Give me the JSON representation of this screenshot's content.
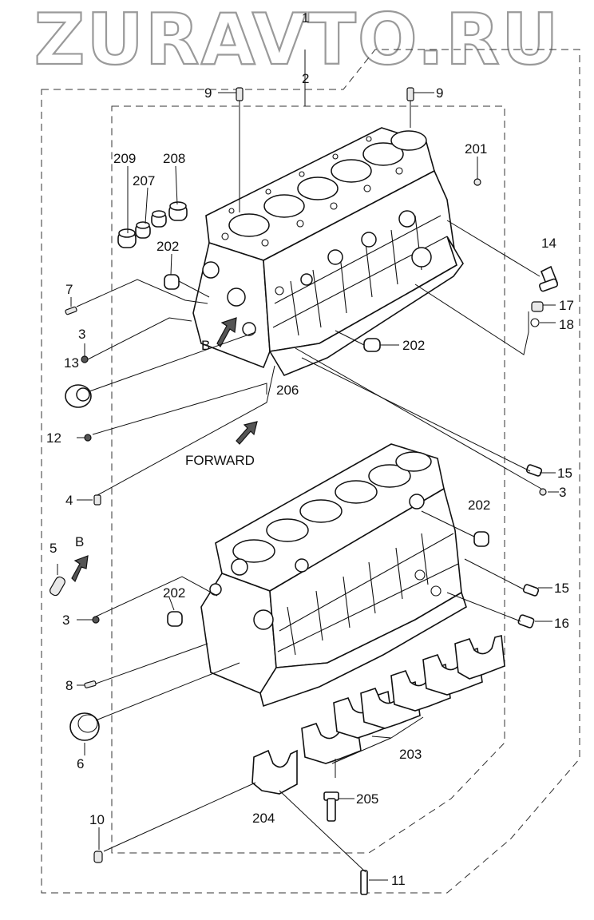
{
  "watermark": "ZURAVTO.RU",
  "forward_label": "FORWARD",
  "view_label_b": "B",
  "callouts": {
    "c1": "1",
    "c2": "2",
    "c3a": "3",
    "c3b": "3",
    "c3c": "3",
    "c4": "4",
    "c5": "5",
    "c6": "6",
    "c7": "7",
    "c8": "8",
    "c9a": "9",
    "c9b": "9",
    "c10": "10",
    "c11": "11",
    "c12": "12",
    "c13": "13",
    "c14": "14",
    "c15a": "15",
    "c15b": "15",
    "c16": "16",
    "c17": "17",
    "c18": "18",
    "c201": "201",
    "c202a": "202",
    "c202b": "202",
    "c202c": "202",
    "c202d": "202",
    "c203": "203",
    "c204": "204",
    "c205": "205",
    "c206": "206",
    "c207": "207",
    "c208": "208",
    "c209": "209"
  }
}
